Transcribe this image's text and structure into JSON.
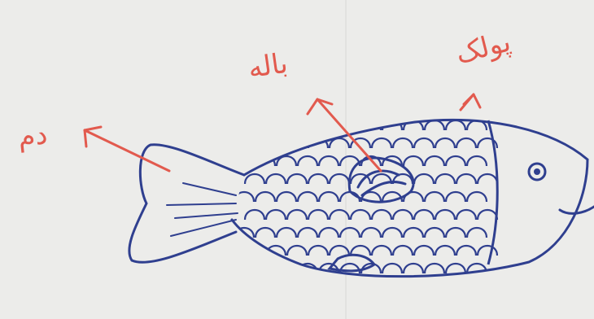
{
  "labels": {
    "scales": "پولک",
    "fin": "باله",
    "tail": "دم"
  },
  "colors": {
    "paper": "#ececea",
    "ink": "#2f3f8f",
    "annotation": "#e25a4e"
  }
}
